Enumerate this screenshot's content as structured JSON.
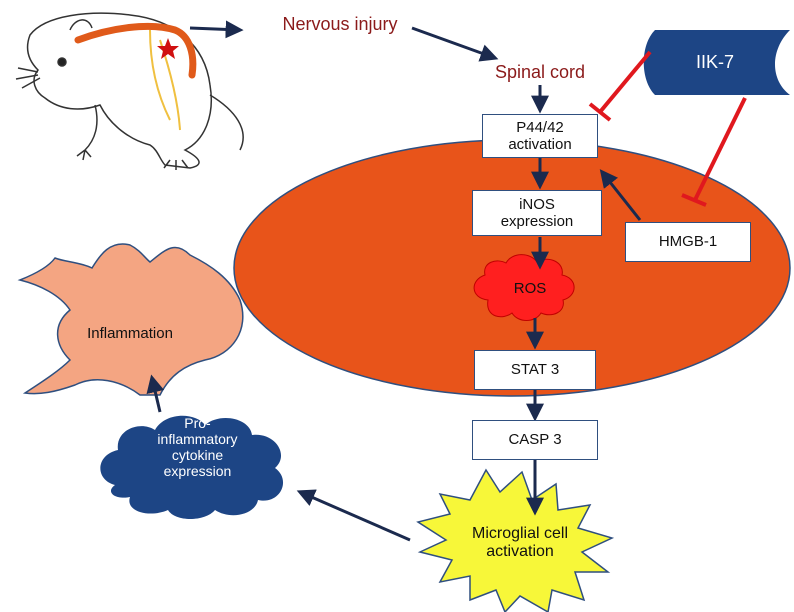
{
  "labels": {
    "nervous_injury": "Nervous injury",
    "spinal_cord": "Spinal cord",
    "inhibitor": "IIK-7",
    "hmgb1": "HMGB-1",
    "inflammation": "Inflammation",
    "cytokine_line1": "Pro-",
    "cytokine_line2": "inflammatory",
    "cytokine_line3": "cytokine",
    "cytokine_line4": "expression",
    "microglia_line1": "Microglial cell",
    "microglia_line2": "activation"
  },
  "pathway_steps": [
    {
      "line1": "P44/42",
      "line2": "activation"
    },
    {
      "line1": "iNOS",
      "line2": "expression"
    },
    {
      "line1": "ROS",
      "line2": ""
    },
    {
      "line1": "STAT 3",
      "line2": ""
    },
    {
      "line1": "CASP 3",
      "line2": ""
    }
  ],
  "colors": {
    "cell": "#e8541a",
    "inflammation": "#f4a582",
    "inhibitor": "#1d4585",
    "cloud": "#1d4585",
    "ros": "#ff1f1f",
    "burst": "#f7f739",
    "arrow": "#1b2a4e",
    "inhibit_line": "#e0181e",
    "label_red": "#8b1a1a"
  },
  "icons": [
    "rat-illustration",
    "pathway-arrow",
    "inhibition-bar"
  ]
}
